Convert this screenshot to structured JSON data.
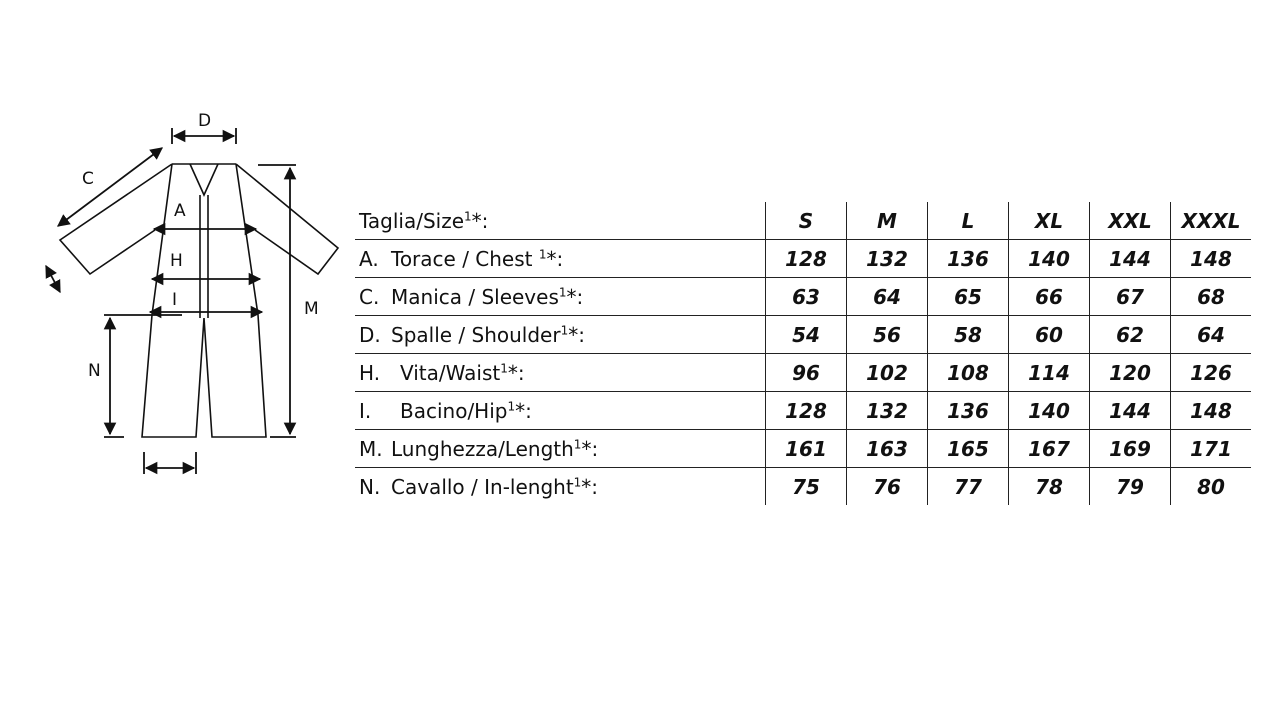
{
  "diagram": {
    "labels": {
      "d": "D",
      "c": "C",
      "a": "A",
      "h": "H",
      "i": "I",
      "m": "M",
      "n": "N"
    }
  },
  "table": {
    "header": {
      "label": "Taglia/Size",
      "sup": "1",
      "suffix": "*:",
      "sizes": [
        "S",
        "M",
        "L",
        "XL",
        "XXL",
        "XXXL"
      ]
    },
    "rows": [
      {
        "prefix": "A.",
        "label": "Torace / Chest ",
        "sup": "1",
        "suffix": "*:",
        "values": [
          "128",
          "132",
          "136",
          "140",
          "144",
          "148"
        ]
      },
      {
        "prefix": "C.",
        "label": "Manica / Sleeves",
        "sup": "1",
        "suffix": "*:",
        "values": [
          "63",
          "64",
          "65",
          "66",
          "67",
          "68"
        ]
      },
      {
        "prefix": "D.",
        "label": "Spalle / Shoulder",
        "sup": "1",
        "suffix": "*:",
        "values": [
          "54",
          "56",
          "58",
          "60",
          "62",
          "64"
        ]
      },
      {
        "prefix": "H.",
        "label": "Vita/Waist",
        "sup": "1",
        "suffix": "*:",
        "values": [
          "96",
          "102",
          "108",
          "114",
          "120",
          "126"
        ]
      },
      {
        "prefix": "I.",
        "label": "Bacino/Hip",
        "sup": "1",
        "suffix": "*:",
        "values": [
          "128",
          "132",
          "136",
          "140",
          "144",
          "148"
        ]
      },
      {
        "prefix": "M.",
        "label": "Lunghezza/Length",
        "sup": "1",
        "suffix": "*:",
        "values": [
          "161",
          "163",
          "165",
          "167",
          "169",
          "171"
        ]
      },
      {
        "prefix": "N.",
        "label": "Cavallo / In-lenght",
        "sup": "1",
        "suffix": "*:",
        "values": [
          "75",
          "76",
          "77",
          "78",
          "79",
          "80"
        ]
      }
    ]
  }
}
